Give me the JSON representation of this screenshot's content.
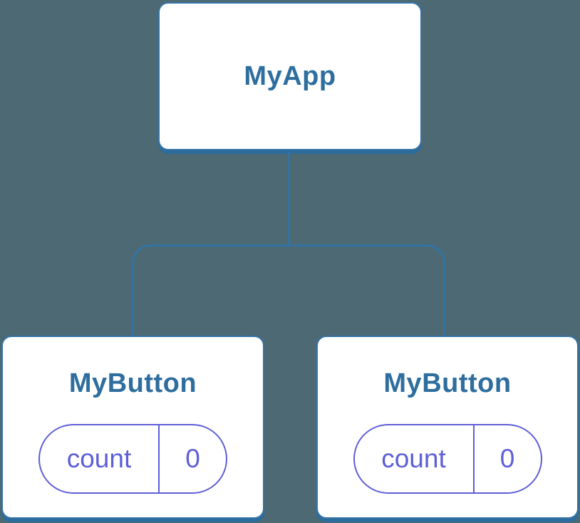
{
  "diagram": {
    "description": "React component tree showing MyApp root with two MyButton children each holding their own count state",
    "colors": {
      "background": "#4D6973",
      "node_fill": "#FFFFFF",
      "node_border": "#3474A6",
      "node_shadow": "#2C6C9D",
      "connector": "#3273A3",
      "title_text": "#2E6E9E",
      "state_accent": "#5E5ED8"
    },
    "root": {
      "label": "MyApp"
    },
    "children": [
      {
        "label": "MyButton",
        "state": {
          "key": "count",
          "value": "0"
        }
      },
      {
        "label": "MyButton",
        "state": {
          "key": "count",
          "value": "0"
        }
      }
    ]
  }
}
